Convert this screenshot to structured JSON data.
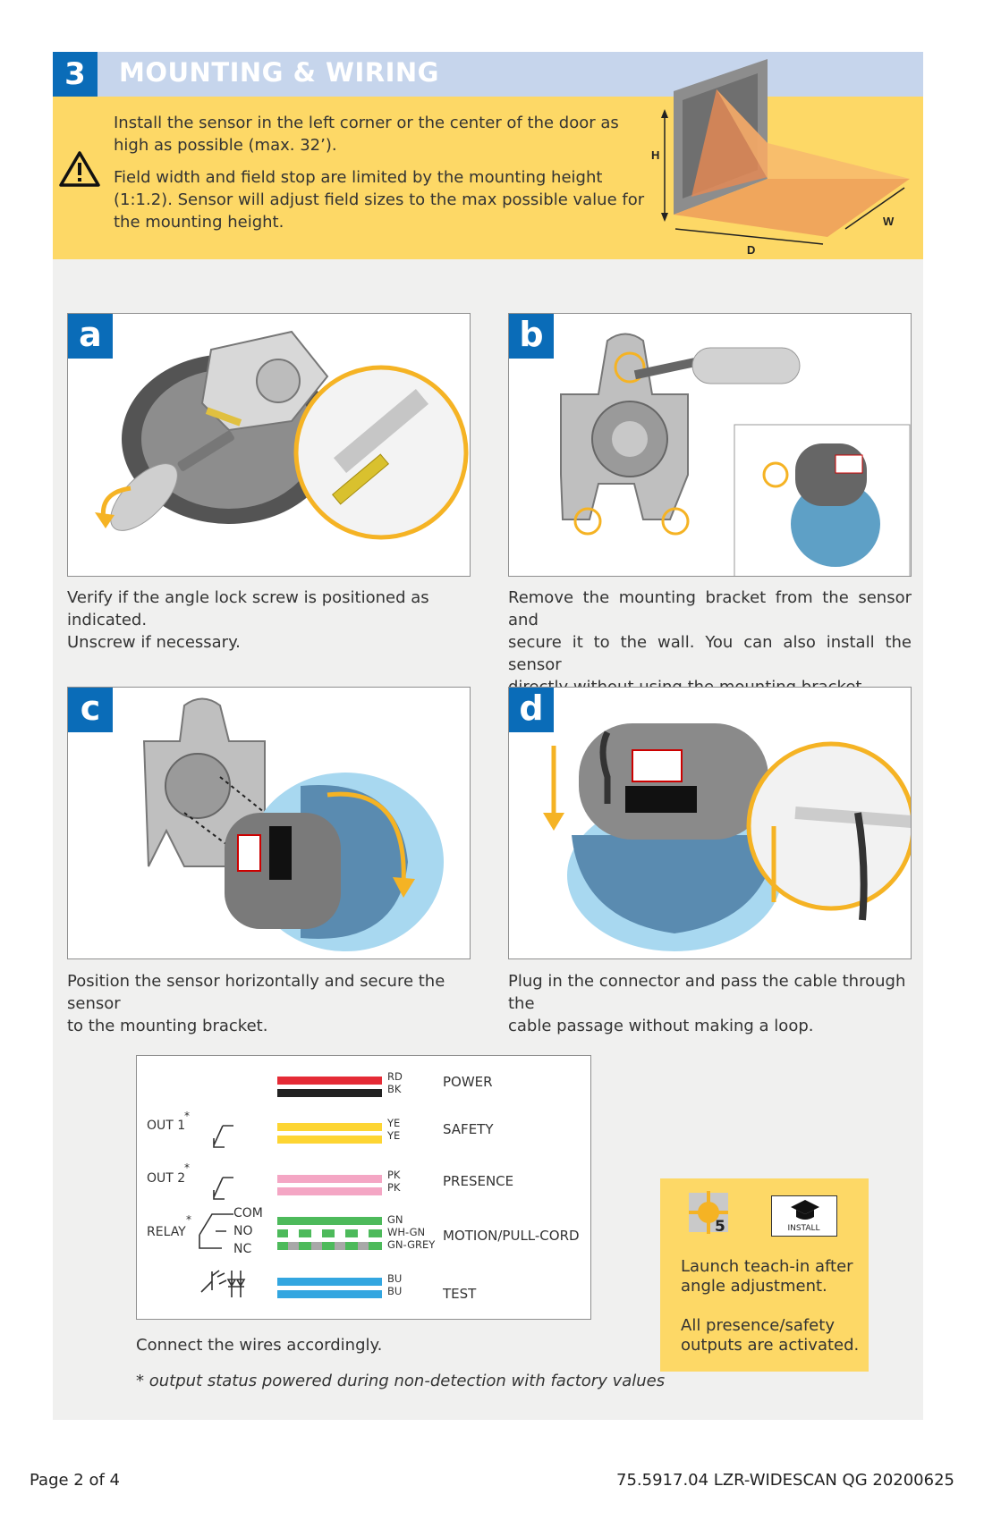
{
  "section": {
    "number": "3",
    "title": "MOUNTING & WIRING"
  },
  "intro": {
    "line1": "Install the sensor in the left corner or the center of the door as",
    "line2": "high as possible (max. 32’).",
    "line3": "Field width and field stop are limited by the mounting height",
    "line4": "(1:1.2).  Sensor will adjust field sizes to the max possible value for",
    "line5": "the mounting height."
  },
  "diagram": {
    "h": "H",
    "w": "W",
    "d": "D"
  },
  "steps": [
    {
      "letter": "a",
      "line1": "Verify if the angle lock screw is positioned as indicated.",
      "line2": "Unscrew if necessary."
    },
    {
      "letter": "b",
      "line1": "Remove the mounting bracket from the sensor and",
      "line2": "secure it to the wall. You can also install the sensor",
      "line3": "directly without using the mounting bracket."
    },
    {
      "letter": "c",
      "line1": "Position the sensor horizontally and secure the sensor",
      "line2": "to the mounting bracket."
    },
    {
      "letter": "d",
      "line1": "Plug in the connector and pass the cable through the",
      "line2": "cable passage without making a loop."
    }
  ],
  "wiring": {
    "rows": [
      {
        "codes": [
          "RD",
          "BK"
        ],
        "name": "POWER"
      },
      {
        "codes": [
          "YE",
          "YE"
        ],
        "name": "SAFETY"
      },
      {
        "codes": [
          "PK",
          "PK"
        ],
        "name": "PRESENCE"
      },
      {
        "codes": [
          "GN",
          "WH-GN",
          "GN-GREY"
        ],
        "name": "MOTION/PULL-CORD"
      },
      {
        "codes": [
          "BU",
          "BU"
        ],
        "name": "TEST"
      }
    ],
    "out1": "OUT 1",
    "out2": "OUT 2",
    "relay": "RELAY",
    "com": "COM",
    "no": "NO",
    "nc": "NC",
    "star": "*",
    "colors": {
      "red": "#e52b36",
      "black": "#222222",
      "yellow": "#fdd533",
      "pink": "#f4a6c4",
      "green": "#4dba5b",
      "grey": "#a8a8a8",
      "blue": "#33a6e0"
    }
  },
  "connect_text": "Connect the wires accordingly.",
  "footnote": "* output status powered during non-detection with factory values",
  "teach": {
    "num": "5",
    "install": "INSTALL",
    "line1": "Launch teach-in after",
    "line2": "angle adjustment.",
    "line3": "All presence/safety",
    "line4": "outputs are activated."
  },
  "footer": {
    "page": "Page 2 of 4",
    "doc": "75.5917.04 LZR-WIDESCAN QG 20200625"
  },
  "accent": "#0a6cb8",
  "highlight": "#f5b324"
}
